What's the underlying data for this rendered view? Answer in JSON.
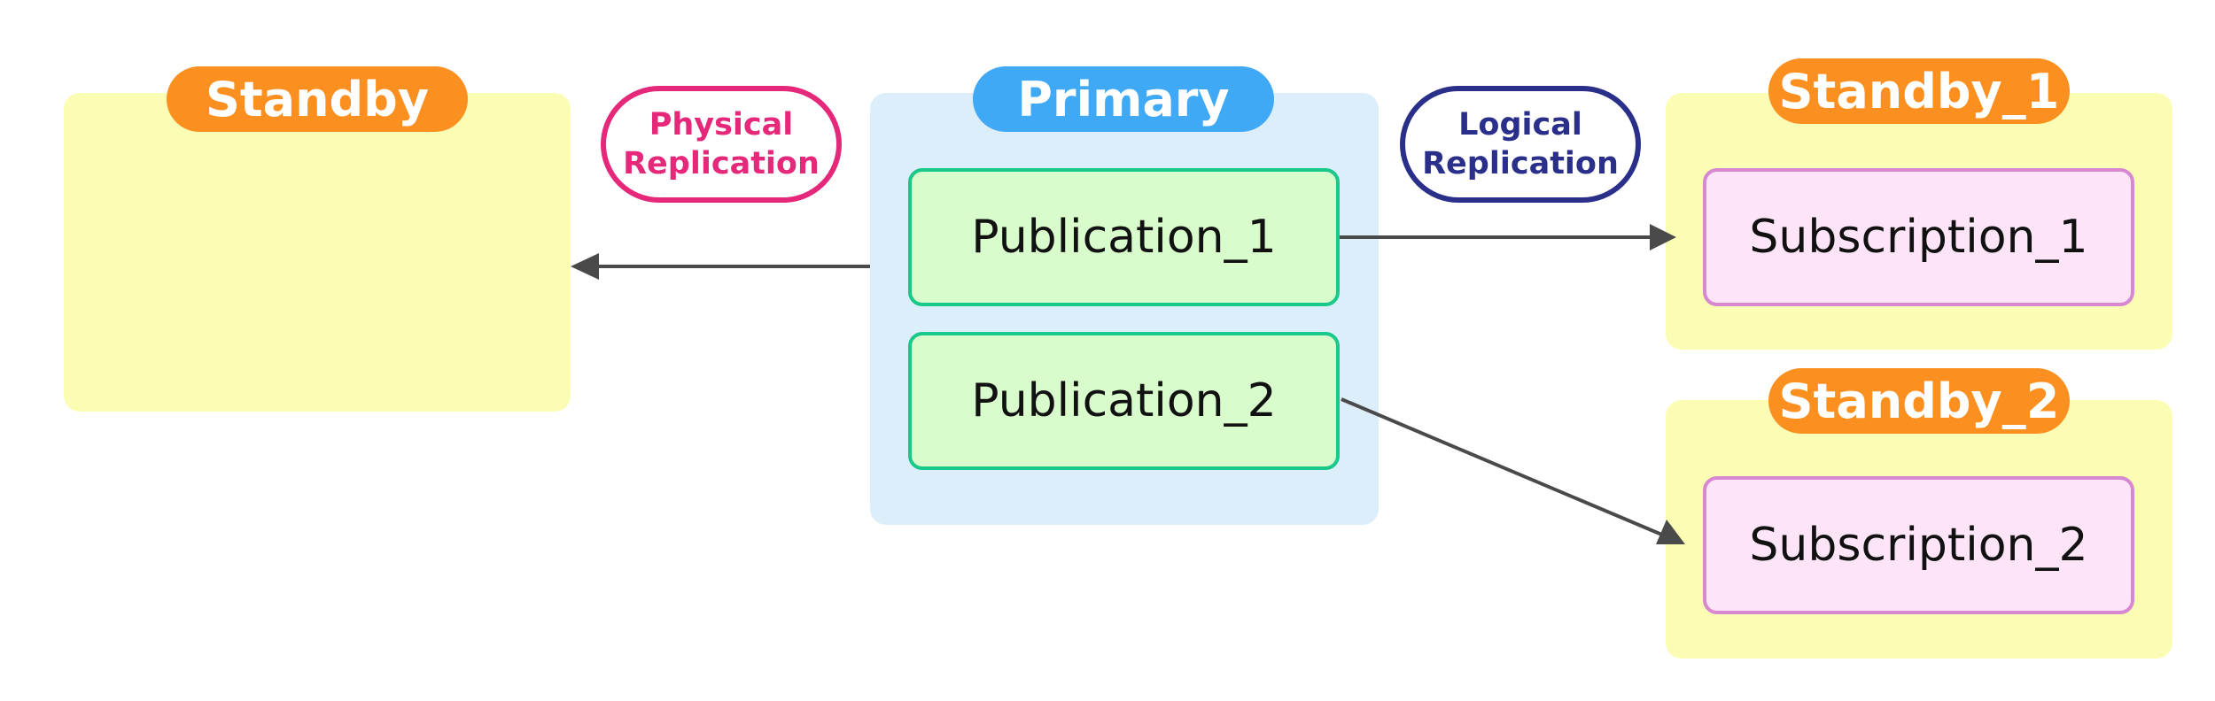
{
  "colors": {
    "standby_fill": "#fcfdb5",
    "primary_fill": "#ddeefb",
    "orange_pill": "#fb8f1f",
    "blue_pill": "#3fa9f5",
    "publication_fill": "#d8fccb",
    "publication_border": "#19c98a",
    "subscription_fill": "#fde5f7",
    "subscription_border": "#d887d1",
    "physical": "#e6287a",
    "logical": "#2a2f8a",
    "arrow": "#4a4a4a"
  },
  "standby": {
    "title": "Standby"
  },
  "primary": {
    "title": "Primary",
    "publications": [
      "Publication_1",
      "Publication_2"
    ]
  },
  "standby_1": {
    "title": "Standby_1",
    "subscription": "Subscription_1"
  },
  "standby_2": {
    "title": "Standby_2",
    "subscription": "Subscription_2"
  },
  "labels": {
    "physical": [
      "Physical",
      "Replication"
    ],
    "logical": [
      "Logical",
      "Replication"
    ]
  },
  "edges": [
    {
      "from": "primary",
      "to": "standby"
    },
    {
      "from": "Publication_1",
      "to": "Subscription_1"
    },
    {
      "from": "Publication_2",
      "to": "Subscription_2"
    }
  ]
}
